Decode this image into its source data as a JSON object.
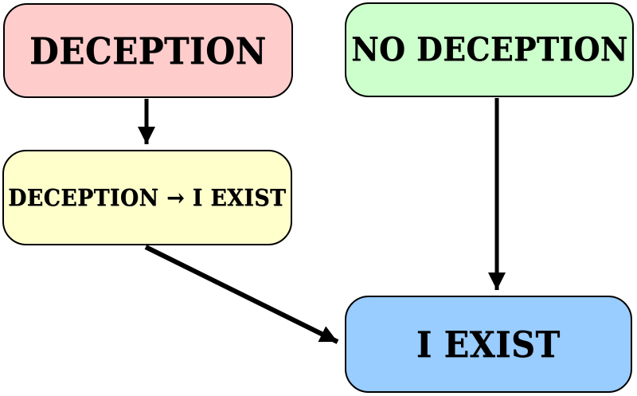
{
  "diagram": {
    "background": "#FFFFFF",
    "nodes": [
      {
        "id": "deception",
        "label": "DECEPTION",
        "fill": "#FFCCCC"
      },
      {
        "id": "no-deception",
        "label": "NO DECEPTION",
        "fill": "#CCFFCC"
      },
      {
        "id": "deception-implies-i-exist",
        "label": "DECEPTION → I EXIST",
        "fill": "#FFFFCC"
      },
      {
        "id": "i-exist",
        "label": "I EXIST",
        "fill": "#99CCFF"
      }
    ],
    "edges": [
      {
        "from": "deception",
        "to": "deception-implies-i-exist"
      },
      {
        "from": "deception-implies-i-exist",
        "to": "i-exist"
      },
      {
        "from": "no-deception",
        "to": "i-exist"
      }
    ],
    "colors": {
      "border": "#000000",
      "text": "#000000",
      "arrow": "#000000"
    }
  }
}
